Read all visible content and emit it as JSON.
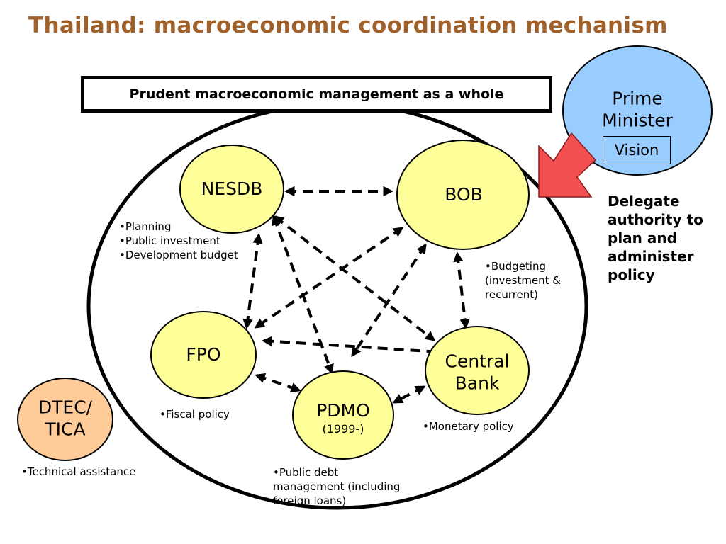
{
  "title": "Thailand: macroeconomic coordination mechanism",
  "banner": "Prudent macroeconomic management as a whole",
  "nodes": {
    "prime_minister": {
      "line1": "Prime",
      "line2": "Minister",
      "fill": "#99ccff"
    },
    "nesdb": {
      "label": "NESDB",
      "fill": "#ffff99"
    },
    "bob": {
      "label": "BOB",
      "fill": "#ffff99"
    },
    "fpo": {
      "label": "FPO",
      "fill": "#ffff99"
    },
    "central_bank": {
      "line1": "Central",
      "line2": "Bank",
      "fill": "#ffff99"
    },
    "pdmo": {
      "label": "PDMO",
      "sub": "(1999-)",
      "fill": "#ffff99"
    },
    "dtec": {
      "line1": "DTEC/",
      "line2": "TICA",
      "fill": "#ffcc99"
    }
  },
  "vision": "Vision",
  "delegate": [
    "Delegate",
    "authority to",
    "plan and",
    "administer",
    "policy"
  ],
  "notes": {
    "nesdb": [
      "•Planning",
      "•Public investment",
      "•Development budget"
    ],
    "bob": [
      "•Budgeting",
      "(investment &",
      "recurrent)"
    ],
    "fpo": [
      "•Fiscal policy"
    ],
    "central_bank": [
      "•Monetary policy"
    ],
    "pdmo": [
      "•Public debt",
      "management (including",
      "foreign loans)"
    ],
    "dtec": [
      "•Technical assistance"
    ]
  },
  "colors": {
    "title": "#a0602a",
    "arrow_red": "#f25050"
  }
}
